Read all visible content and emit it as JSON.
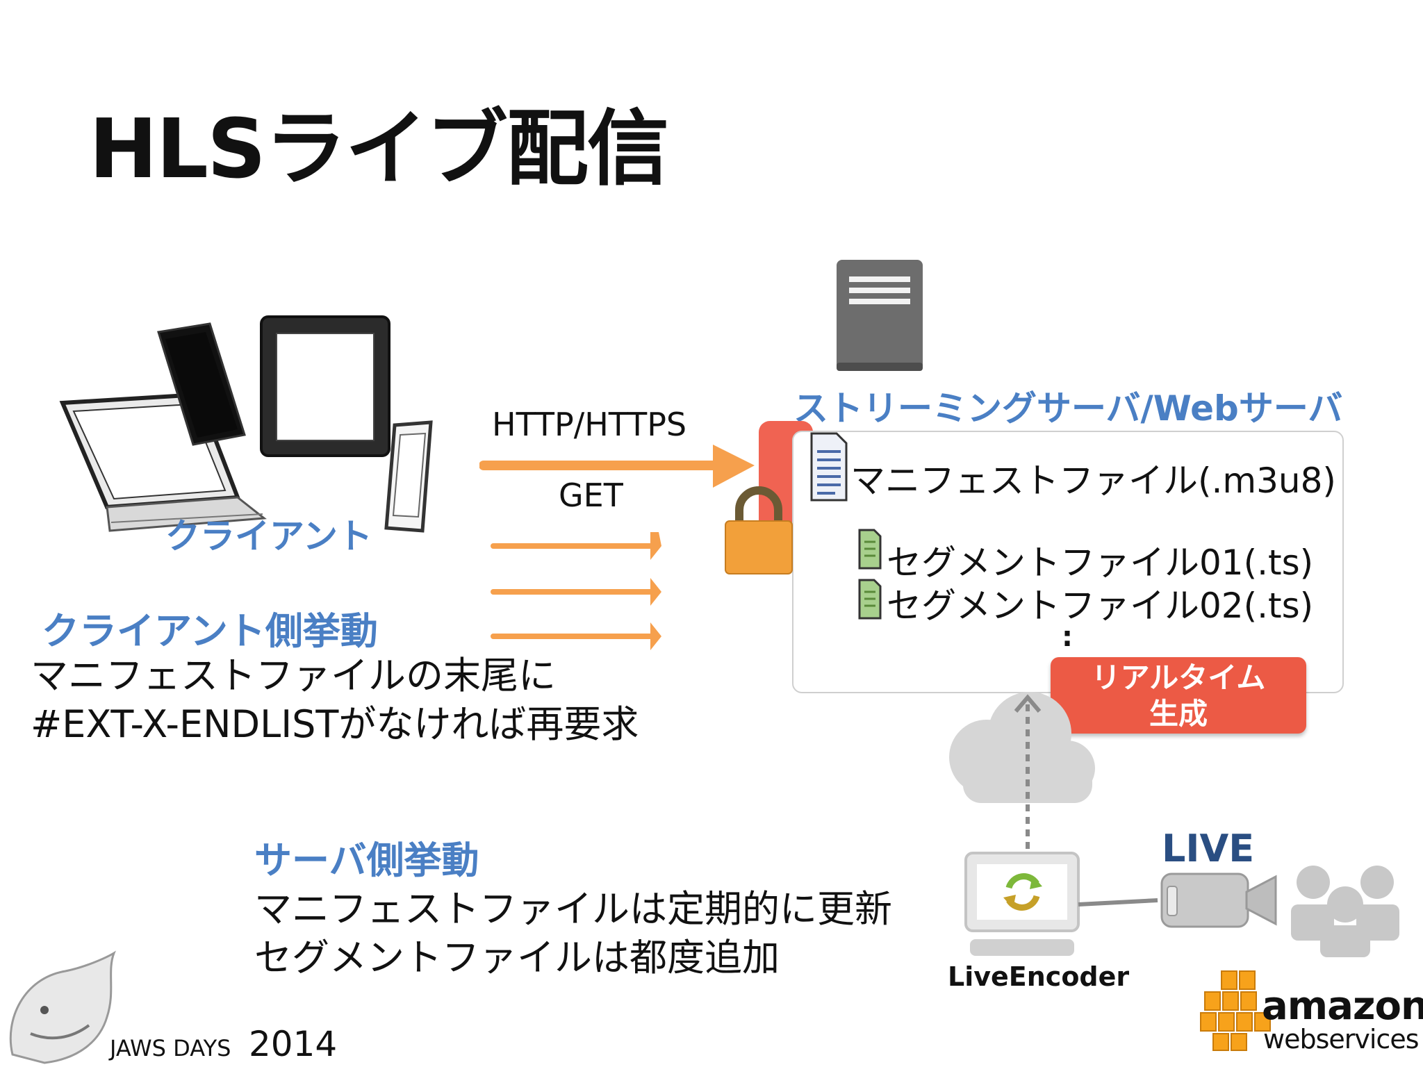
{
  "title": "HLSライブ配信",
  "client": {
    "label": "クライアント",
    "behavior_heading": "クライアント側挙動",
    "behavior_line1": "マニフェストファイルの末尾に",
    "behavior_line2": "#EXT-X-ENDLISTがなければ再要求"
  },
  "request": {
    "protocol": "HTTP/HTTPS",
    "method": "GET"
  },
  "server": {
    "label": "ストリーミングサーバ/Webサーバ",
    "manifest": "マニフェストファイル(.m3u8)",
    "segment1": "セグメントファイル01(.ts)",
    "segment2": "セグメントファイル02(.ts)",
    "ellipsis": ":",
    "realtime_line1": "リアルタイム",
    "realtime_line2": "生成",
    "behavior_heading": "サーバ側挙動",
    "behavior_line1": "マニフェストファイルは定期的に更新",
    "behavior_line2": "セグメントファイルは都度追加"
  },
  "encoder": {
    "label": "LiveEncoder",
    "live_label": "LIVE"
  },
  "footer": {
    "event_name": "JAWS DAYS",
    "event_year": "2014",
    "logo_amazon": "amazon",
    "logo_webservices": "webservices"
  },
  "colors": {
    "accent_blue": "#4a7fc4",
    "arrow_orange": "#f6a04d",
    "red": "#ec5a45",
    "lock": "#f2a03a",
    "aws_orange": "#f7a21b"
  }
}
